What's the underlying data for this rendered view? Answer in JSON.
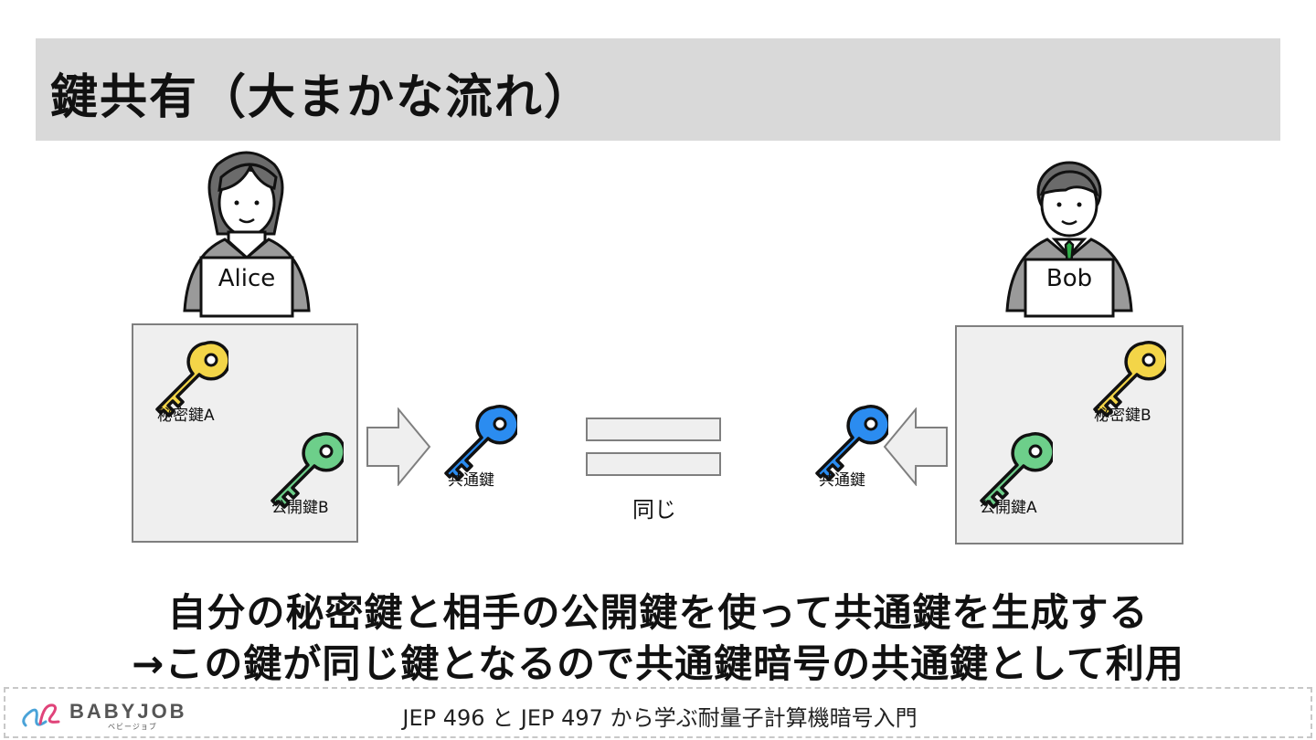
{
  "slide": {
    "title": "鍵共有（大まかな流れ）"
  },
  "alice": {
    "name": "Alice",
    "private_key": "秘密鍵A",
    "public_key": "公開鍵B",
    "shared_key": "共通鍵"
  },
  "bob": {
    "name": "Bob",
    "private_key": "秘密鍵B",
    "public_key": "公開鍵A",
    "shared_key": "共通鍵"
  },
  "comparison": {
    "label": "同じ"
  },
  "message": {
    "line1": "自分の秘密鍵と相手の公開鍵を使って共通鍵を生成する",
    "line2": "→この鍵が同じ鍵となるので共通鍵暗号の共通鍵として利用"
  },
  "footer": {
    "logo_text": "BABYJOB",
    "logo_sub": "ベビージョブ",
    "text": "JEP 496 と JEP 497 から学ぶ耐量子計算機暗号入門"
  },
  "colors": {
    "private_key": "#f3d548",
    "public_key": "#6dcf8a",
    "shared_key": "#2b8cf0",
    "panel": "#efefef",
    "title_bar": "#d9d9d9"
  }
}
